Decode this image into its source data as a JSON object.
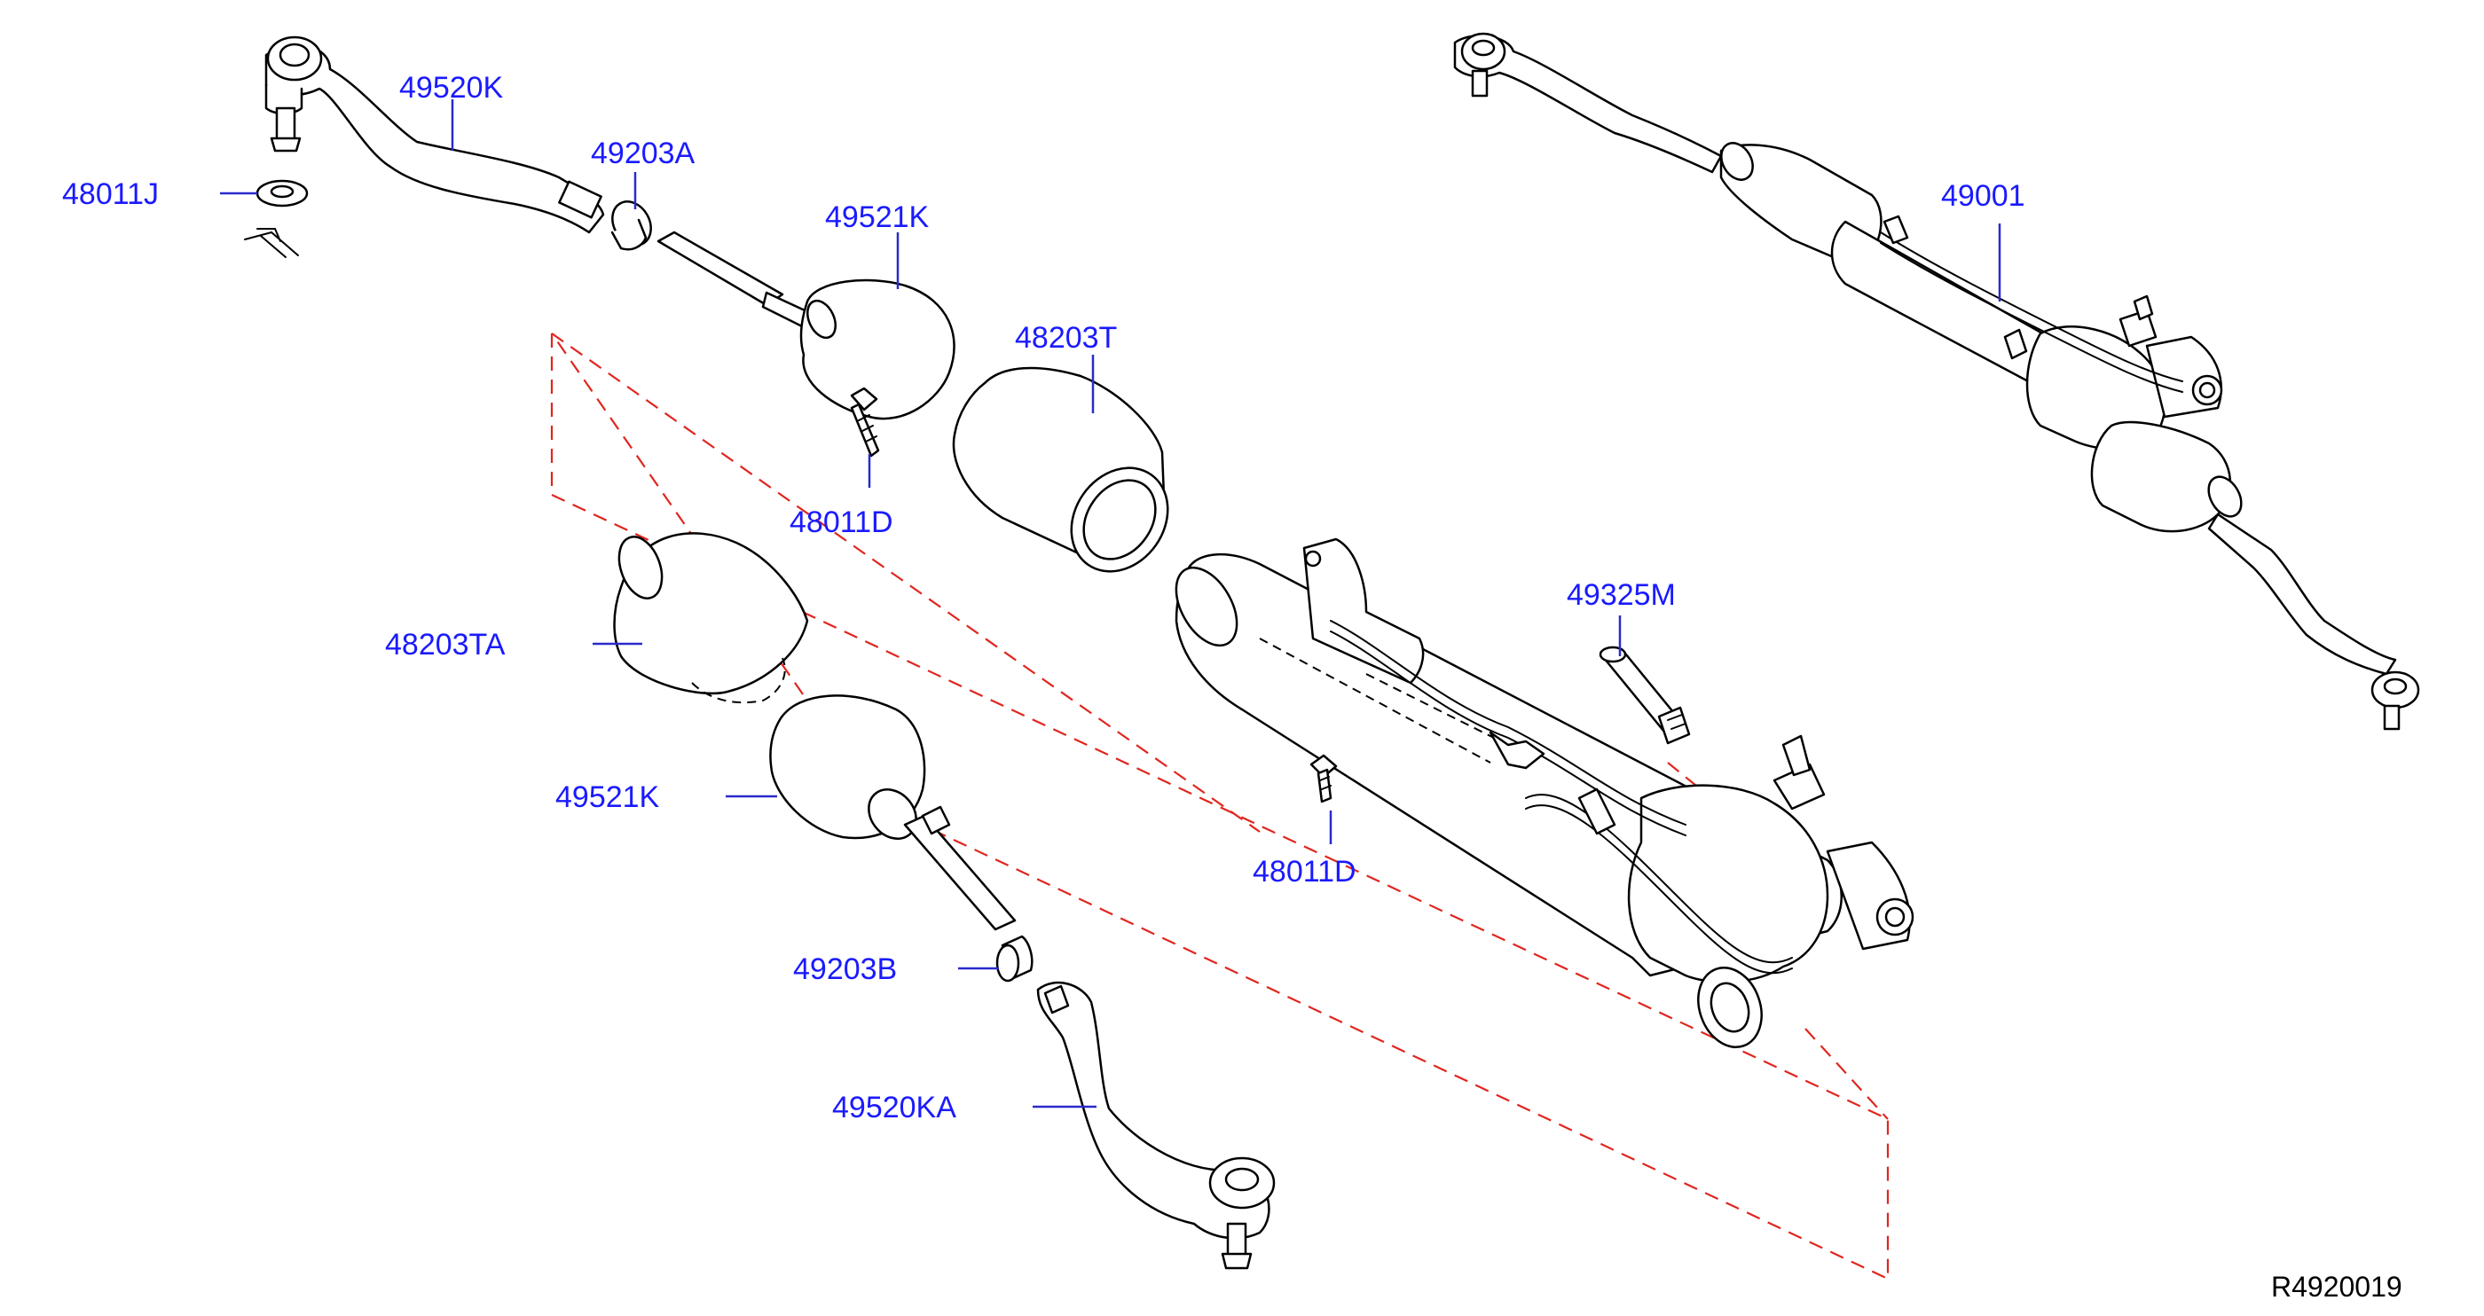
{
  "diagram": {
    "labels": {
      "p49520K": "49520K",
      "p49203A": "49203A",
      "p48011J": "48011J",
      "p49521K_top": "49521K",
      "p48203T": "48203T",
      "p48011D_top": "48011D",
      "p48203TA": "48203TA",
      "p49521K_bottom": "49521K",
      "p49203B": "49203B",
      "p49520KA": "49520KA",
      "p49001": "49001",
      "p49325M": "49325M",
      "p48011D_mid": "48011D"
    },
    "reference": "R4920019",
    "colors": {
      "label": "#1a1aff",
      "leader": "#2a2acc",
      "phantom_line": "#e0261f",
      "outline": "#000000"
    }
  }
}
